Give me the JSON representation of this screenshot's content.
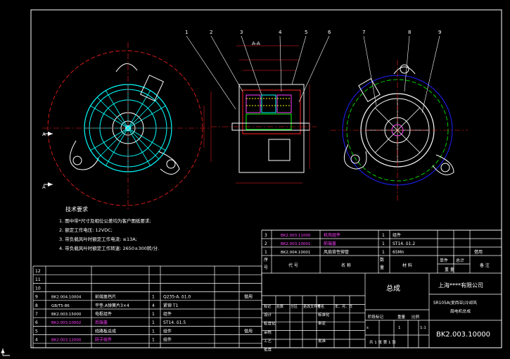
{
  "callouts": [
    "1",
    "2",
    "3",
    "4",
    "5",
    "6",
    "7",
    "8",
    "9"
  ],
  "section_mark": "A-A",
  "section_letter": "A",
  "tech": {
    "title": "技术要求",
    "lines": [
      "1. 图中带*尺寸及相位公差均为客户图纸要求;",
      "2. 额定工作电压: 12VDC;",
      "3. 带负载风叶时额定工作电流: ≤13A;",
      "4. 带负载风叶时额定工作转速: 2650±300转/分."
    ]
  },
  "bom_top": [
    {
      "no": "3",
      "code": "BK2.003.11000",
      "name": "机壳组件",
      "qty": "1",
      "material": "组件",
      "note": ""
    },
    {
      "no": "2",
      "code": "BK2.003.10001",
      "name": "前端盖",
      "qty": "1",
      "material": "ST14. δ1.2",
      "note": ""
    },
    {
      "no": "1",
      "code": "BK2.004.10001",
      "name": "风扇背性铆管",
      "qty": "1",
      "material": "65Mn",
      "note": "借用"
    }
  ],
  "bom_header": {
    "no": "序号",
    "code": "代 号",
    "name": "名 称",
    "qty": "数量",
    "material": "材 料",
    "weight_single": "单件",
    "weight_total": "总计",
    "weight": "重 量",
    "note": "备 注"
  },
  "bom_left": [
    {
      "no": "12",
      "code": "",
      "name": "",
      "qty": "",
      "material": "",
      "note": ""
    },
    {
      "no": "11",
      "code": "",
      "name": "",
      "qty": "",
      "material": "",
      "note": ""
    },
    {
      "no": "10",
      "code": "",
      "name": "",
      "qty": "",
      "material": "",
      "note": ""
    },
    {
      "no": "9",
      "code": "BK2.004.10004",
      "name": "前端盖挡片",
      "qty": "1",
      "material": "Q235-A. δ1.0",
      "note": "借用"
    },
    {
      "no": "8",
      "code": "GB/T5-86",
      "name": "平垫.A弹簧片3×4",
      "qty": "4",
      "material": "紧铆 T1",
      "note": ""
    },
    {
      "no": "7",
      "code": "BK2.003.15000",
      "name": "电枢组件",
      "qty": "1",
      "material": "组件",
      "note": ""
    },
    {
      "no": "6",
      "code": "BK2.003.10002",
      "name": "后端盖",
      "qty": "1",
      "material": "ST14. δ1.5",
      "note": ""
    },
    {
      "no": "5",
      "code": "",
      "name": "线路板总成",
      "qty": "1",
      "material": "组件",
      "note": "借用"
    },
    {
      "no": "4",
      "code": "BK2.003.12000",
      "name": "转子组件",
      "qty": "1",
      "material": "组件",
      "note": ""
    }
  ],
  "title_block": {
    "drawing_title": "总成",
    "company": "上海****有限公司",
    "product": "SR105A(爱西亚)冷却风扇电机总成",
    "drawing_no": "BK2.003.10000",
    "rev_headers": [
      "标记",
      "处数",
      "分区",
      "更改文件号",
      "签名",
      "年、月、日"
    ],
    "rows": [
      "设计",
      "标准化",
      "审核",
      "工艺",
      "批准"
    ],
    "stage_headers": [
      "阶段标记",
      "重量",
      "比例"
    ],
    "scale": "1:1",
    "sheet": "共 1 张 第 1 张"
  },
  "colors": {
    "frame": "#ffffff",
    "part": "#00ffff",
    "red": "#ff2020",
    "blue": "#2020ff",
    "yellow": "#ffff00",
    "green": "#00ff00",
    "magenta": "#ff40ff"
  }
}
